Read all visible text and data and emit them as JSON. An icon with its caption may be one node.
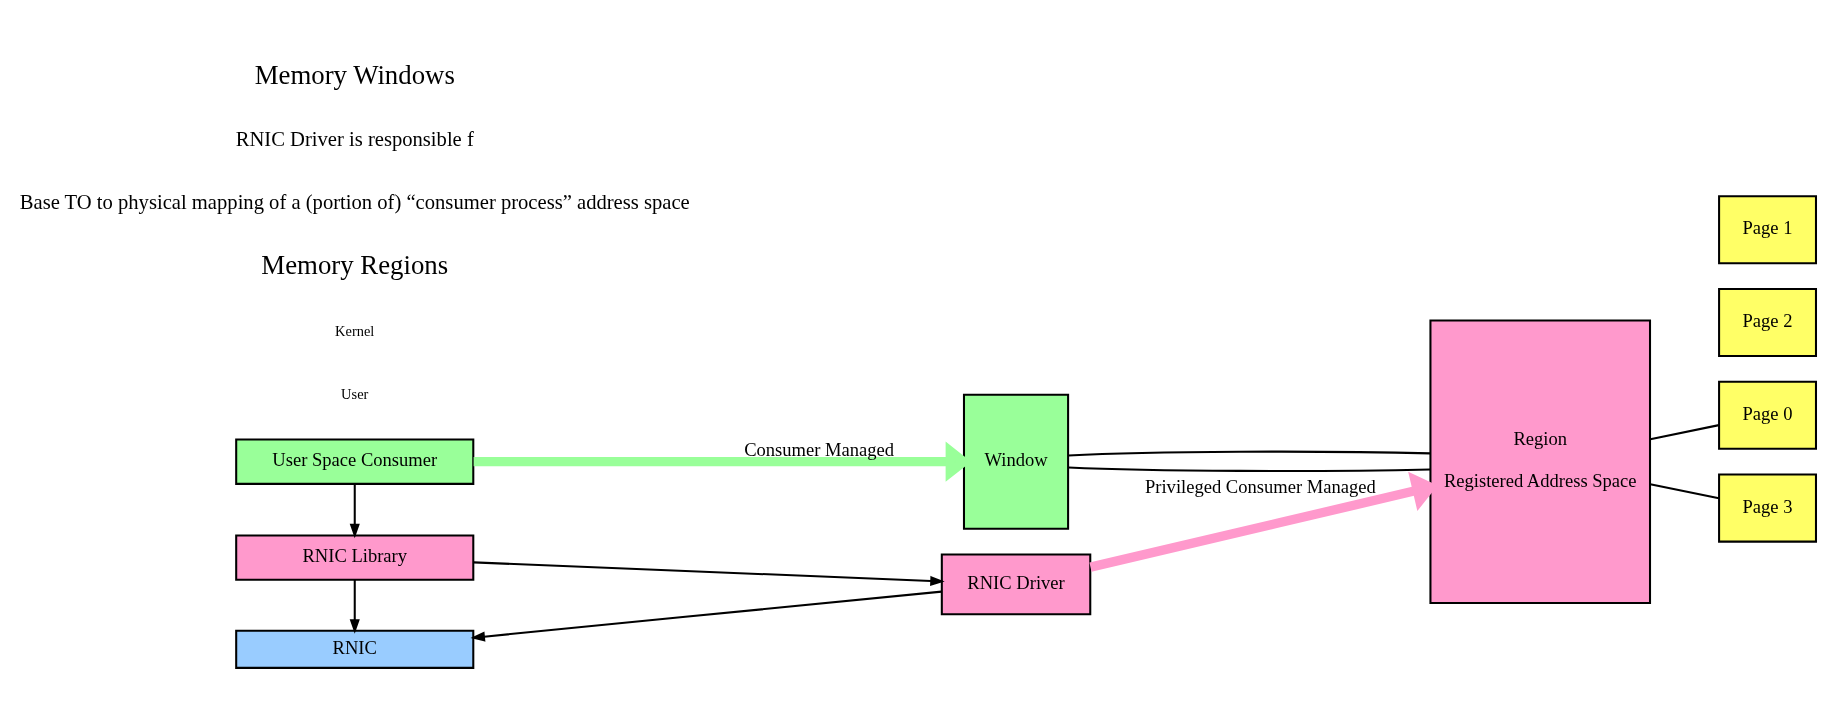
{
  "diagram": {
    "nodes": [
      {
        "text": [
          "User Space Consumer"
        ]
      },
      {
        "text": [
          "RNIC Library"
        ]
      },
      {
        "text": [
          "RNIC Driver"
        ]
      },
      {
        "text": [
          "RNIC"
        ]
      },
      {
        "text": [
          "Window"
        ]
      },
      {
        "text": [
          "Region",
          "Registered Address Space"
        ]
      },
      {
        "text": [
          "Page 0"
        ]
      },
      {
        "text": [
          "Page 2"
        ]
      },
      {
        "text": [
          "Page 1"
        ]
      },
      {
        "text": [
          "Page 3"
        ]
      }
    ],
    "edges": [
      {
        "from": 0,
        "to": 1,
        "arrow": "to"
      },
      {
        "from": 1,
        "to": 2,
        "arrow": "to"
      },
      {
        "from": 1,
        "to": 3,
        "arrow": "to"
      },
      {
        "from": 2,
        "to": 3,
        "arrow": "to"
      },
      {
        "from": 0,
        "to": 4,
        "arrow": "to",
        "label": "Consumer Managed",
        "style": "thick",
        "color": "#99ff99"
      },
      {
        "from": 2,
        "to": 5,
        "arrow": "to",
        "label": "Privileged Consumer Managed",
        "style": "thick",
        "color": "#ff99cc"
      },
      {
        "from": 4,
        "to": 5,
        "arrow": "none"
      },
      {
        "from": 4,
        "to": 5,
        "arrow": "none"
      },
      {
        "from": 5,
        "to": 6,
        "arrow": "none"
      },
      {
        "from": 5,
        "to": 9,
        "arrow": "none"
      }
    ],
    "labels": [
      "User",
      "Kernel",
      "Memory Regions",
      "Base TO to physical mapping of a (portion of) “consumer process” address space",
      "RNIC Driver is responsible f",
      "Memory Windows"
    ]
  }
}
